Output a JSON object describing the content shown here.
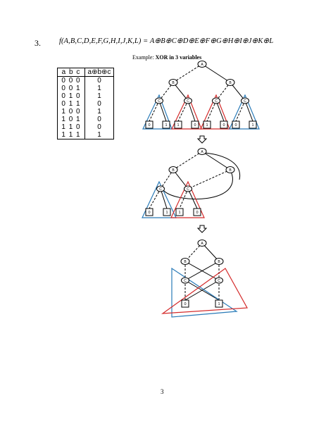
{
  "problem": {
    "number": "3.",
    "formula": "f(A,B,C,D,E,F,G,H,I,J,K,L) = A⊕B⊕C⊕D⊕E⊕F⊕G⊕H⊕I⊕J⊕K⊕L"
  },
  "example": {
    "caption_prefix": "Example: ",
    "caption_bold": "XOR in 3 variables"
  },
  "truth_table": {
    "headers": [
      "a b c",
      "a⊕b⊕c"
    ],
    "rows": [
      [
        "0 0 0",
        "0"
      ],
      [
        "0 0 1",
        "1"
      ],
      [
        "0 1 0",
        "1"
      ],
      [
        "0 1 1",
        "0"
      ],
      [
        "1 0 0",
        "1"
      ],
      [
        "1 0 1",
        "0"
      ],
      [
        "1 1 0",
        "0"
      ],
      [
        "1 1 1",
        "1"
      ]
    ]
  },
  "diagram_top": {
    "root": "A",
    "level_b": [
      "B",
      "B"
    ],
    "level_c": [
      "C",
      "C",
      "C",
      "C"
    ],
    "leaves": [
      "0",
      "1",
      "1",
      "0",
      "1",
      "0",
      "0",
      "1"
    ]
  },
  "diagram_middle": {
    "root": "A",
    "level_b": [
      "B",
      "B"
    ],
    "level_c": [
      "C",
      "C"
    ],
    "leaves": [
      "0",
      "1",
      "1",
      "0"
    ]
  },
  "diagram_bottom": {
    "root": "A",
    "level_b": [
      "B",
      "B"
    ],
    "level_c": [
      "C",
      "C"
    ],
    "leaves": [
      "0",
      "1"
    ]
  },
  "colors": {
    "blue_group": "#2a7bb8",
    "red_group": "#d42a2a",
    "edges": "#000000"
  },
  "page_number": "3"
}
